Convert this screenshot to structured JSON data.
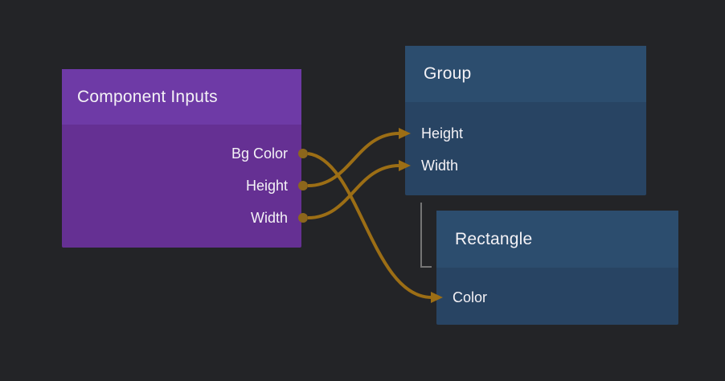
{
  "canvas": {
    "background": "#232427"
  },
  "colors": {
    "connection": "#9c6e15",
    "port_dot": "#8c661c",
    "hierarchy_line": "#757575",
    "purple_node_header": "#6e3aa6",
    "purple_node_body": "#653093",
    "blue_node_header": "#2c4d6e",
    "blue_node_body": "#284463",
    "text": "#f4f2f6"
  },
  "nodes": [
    {
      "id": "component-inputs",
      "title": "Component Inputs",
      "outputs": [
        "Bg Color",
        "Height",
        "Width"
      ]
    },
    {
      "id": "group",
      "title": "Group",
      "inputs": [
        "Height",
        "Width"
      ]
    },
    {
      "id": "rectangle",
      "title": "Rectangle",
      "inputs": [
        "Color"
      ]
    }
  ],
  "connections": [
    {
      "from_node": "Component Inputs",
      "from_port": "Bg Color",
      "to_node": "Rectangle",
      "to_port": "Color"
    },
    {
      "from_node": "Component Inputs",
      "from_port": "Height",
      "to_node": "Group",
      "to_port": "Height"
    },
    {
      "from_node": "Component Inputs",
      "from_port": "Width",
      "to_node": "Group",
      "to_port": "Width"
    }
  ],
  "hierarchy": [
    {
      "parent": "Group",
      "child": "Rectangle"
    }
  ]
}
